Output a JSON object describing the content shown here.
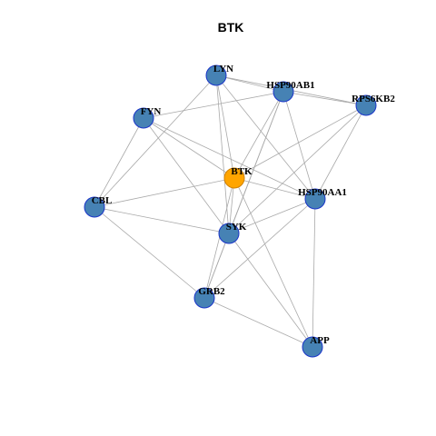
{
  "title": "BTK",
  "colors": {
    "node_fill": "#4682b4",
    "node_stroke": "#1a35c9",
    "focus_fill": "#ffa500",
    "focus_stroke": "#d08000",
    "edge": "#a9a9a9"
  },
  "nodes": [
    {
      "id": "LYN",
      "label": "LYN",
      "focus": false
    },
    {
      "id": "HSP90AB1",
      "label": "HSP90AB1",
      "focus": false
    },
    {
      "id": "RPS6KB2",
      "label": "RPS6KB2",
      "focus": false
    },
    {
      "id": "FYN",
      "label": "FYN",
      "focus": false
    },
    {
      "id": "BTK",
      "label": "BTK",
      "focus": true
    },
    {
      "id": "HSP90AA1",
      "label": "HSP90AA1",
      "focus": false
    },
    {
      "id": "CBL",
      "label": "CBL",
      "focus": false
    },
    {
      "id": "SYK",
      "label": "SYK",
      "focus": false
    },
    {
      "id": "GRB2",
      "label": "GRB2",
      "focus": false
    },
    {
      "id": "APP",
      "label": "APP",
      "focus": false
    }
  ],
  "edges": [
    [
      "LYN",
      "HSP90AB1"
    ],
    [
      "LYN",
      "RPS6KB2"
    ],
    [
      "LYN",
      "CBL"
    ],
    [
      "LYN",
      "BTK"
    ],
    [
      "LYN",
      "SYK"
    ],
    [
      "LYN",
      "HSP90AA1"
    ],
    [
      "HSP90AB1",
      "RPS6KB2"
    ],
    [
      "HSP90AB1",
      "FYN"
    ],
    [
      "HSP90AB1",
      "BTK"
    ],
    [
      "HSP90AB1",
      "SYK"
    ],
    [
      "HSP90AB1",
      "GRB2"
    ],
    [
      "HSP90AB1",
      "HSP90AA1"
    ],
    [
      "RPS6KB2",
      "BTK"
    ],
    [
      "RPS6KB2",
      "HSP90AA1"
    ],
    [
      "RPS6KB2",
      "SYK"
    ],
    [
      "FYN",
      "BTK"
    ],
    [
      "FYN",
      "CBL"
    ],
    [
      "FYN",
      "SYK"
    ],
    [
      "FYN",
      "HSP90AA1"
    ],
    [
      "BTK",
      "CBL"
    ],
    [
      "BTK",
      "SYK"
    ],
    [
      "BTK",
      "GRB2"
    ],
    [
      "BTK",
      "HSP90AA1"
    ],
    [
      "BTK",
      "APP"
    ],
    [
      "CBL",
      "SYK"
    ],
    [
      "CBL",
      "GRB2"
    ],
    [
      "SYK",
      "GRB2"
    ],
    [
      "SYK",
      "APP"
    ],
    [
      "SYK",
      "HSP90AA1"
    ],
    [
      "HSP90AA1",
      "GRB2"
    ],
    [
      "HSP90AA1",
      "APP"
    ],
    [
      "GRB2",
      "APP"
    ]
  ]
}
